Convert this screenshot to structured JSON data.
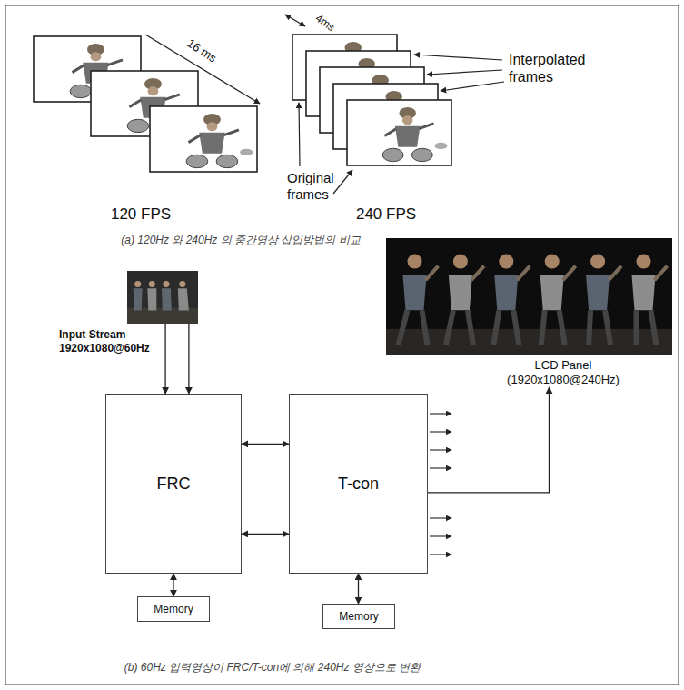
{
  "diagram": {
    "nodes": [
      {
        "text": [
          "Input Stream 1920x1080@60Hz"
        ]
      },
      {
        "text": [
          "FRC"
        ]
      },
      {
        "text": [
          "T-con"
        ]
      },
      {
        "text": [
          "Memory"
        ]
      },
      {
        "text": [
          "Memory"
        ]
      },
      {
        "text": [
          "LCD Panel (1920x1080@240Hz)"
        ]
      }
    ],
    "edges": [
      {
        "from": 0,
        "to": 1,
        "arrow": "to"
      },
      {
        "from": 0,
        "to": 1,
        "arrow": "to"
      },
      {
        "from": 1,
        "to": 2,
        "arrow": "both"
      },
      {
        "from": 1,
        "to": 2,
        "arrow": "both"
      },
      {
        "from": 1,
        "to": 3,
        "arrow": "both"
      },
      {
        "from": 2,
        "to": 4,
        "arrow": "both"
      },
      {
        "from": 2,
        "to": 5,
        "arrow": "to"
      }
    ],
    "labels": [
      "16 ms",
      "4ms",
      "Interpolated frames",
      "Original frames",
      "120 FPS",
      "240 FPS",
      "(a) 120Hz 와 240Hz 의 중간영상 삽입방법의 비교",
      "(b) 60Hz 입력영상이 FRC/T-con에 의해 240Hz 영상으로 변환"
    ]
  }
}
